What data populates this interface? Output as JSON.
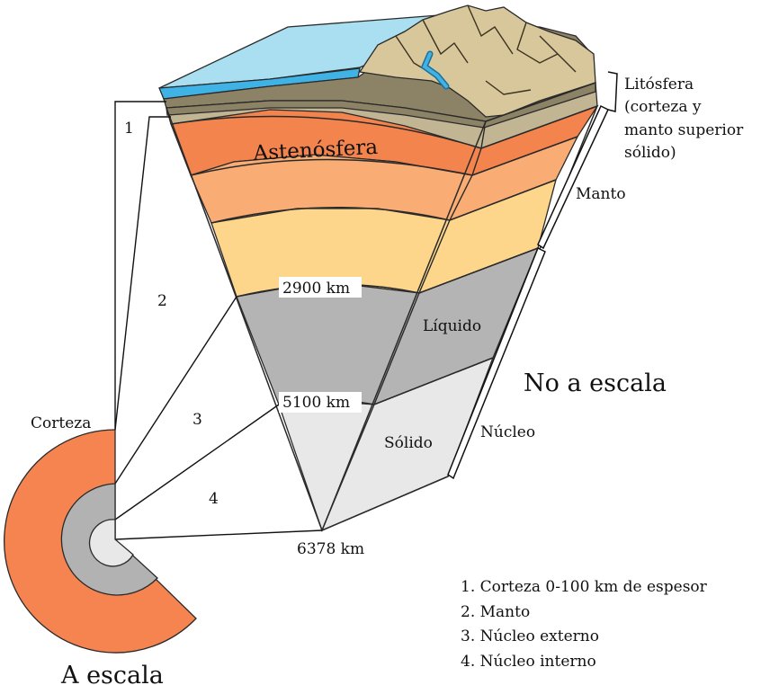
{
  "labels": {
    "asthenosphere": "Astenósfera",
    "lithosphere_lines": [
      "Litósfera",
      "(corteza y",
      "manto superior",
      "sólido)"
    ],
    "mantle": "Manto",
    "core": "Núcleo",
    "liquid": "Líquido",
    "solid": "Sólido",
    "depth_2900": "2900 km",
    "depth_5100": "5100 km",
    "depth_6378": "6378 km",
    "not_to_scale": "No a escala",
    "to_scale": "A escala",
    "crust": "Corteza"
  },
  "numbers": [
    "1",
    "2",
    "3",
    "4"
  ],
  "legend": [
    "1. Corteza 0-100 km de espesor",
    "2. Manto",
    "3. Núcleo externo",
    "4. Núcleo interno"
  ],
  "colors": {
    "ocean": "#a9dff0",
    "ocean_deep": "#3fb3e6",
    "crust_brown": "#8c8266",
    "crust_tan": "#d8c79a",
    "lith_beige": "#c2b594",
    "asthenosphere": "#f4844d",
    "upper_mantle": "#f9ad74",
    "lower_mantle": "#fdd68c",
    "outer_core": "#b4b4b4",
    "inner_core": "#e8e8e8",
    "scale_crust": "#f58450",
    "scale_outer": "#b2b2b2",
    "scale_inner": "#e8e8e8"
  }
}
